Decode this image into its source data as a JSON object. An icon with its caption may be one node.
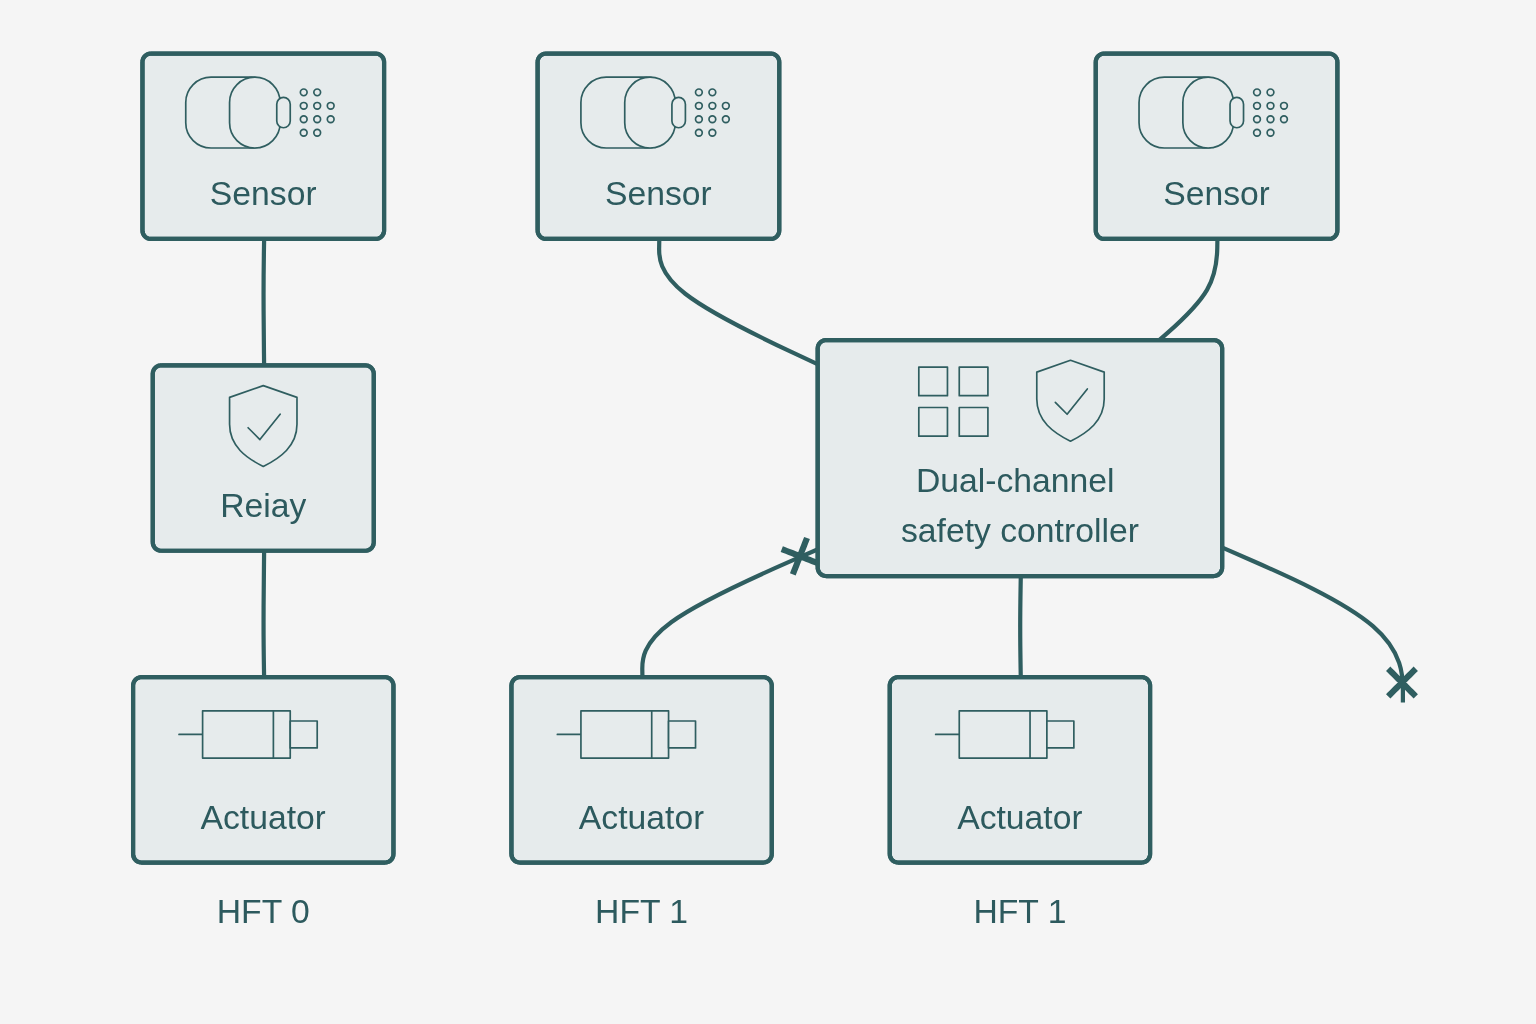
{
  "diagram": {
    "nodes": [
      {
        "text": [
          "Sensor"
        ]
      },
      {
        "text": [
          "Sensor"
        ]
      },
      {
        "text": [
          "Sensor"
        ]
      },
      {
        "text": [
          "Reiay"
        ]
      },
      {
        "text": [
          "Dual-channel safety controller"
        ]
      },
      {
        "text": [
          "Actuator"
        ],
        "beside": [
          "HFT 0"
        ]
      },
      {
        "text": [
          "Actuator"
        ],
        "beside": [
          "HFT 1"
        ]
      },
      {
        "text": [
          "Actuator"
        ],
        "beside": [
          "HFT 1"
        ]
      }
    ],
    "edges": [
      {
        "from": 0,
        "to": 3,
        "arrow": "none"
      },
      {
        "from": 3,
        "to": 5,
        "arrow": "none"
      },
      {
        "from": 1,
        "to": 4,
        "arrow": "none"
      },
      {
        "from": 2,
        "to": 4,
        "arrow": "none"
      },
      {
        "from": 4,
        "to": 6,
        "arrow": "other"
      },
      {
        "from": 4,
        "to": null,
        "arrow": "other"
      },
      {
        "from": 4,
        "to": 7,
        "arrow": "none"
      }
    ]
  }
}
